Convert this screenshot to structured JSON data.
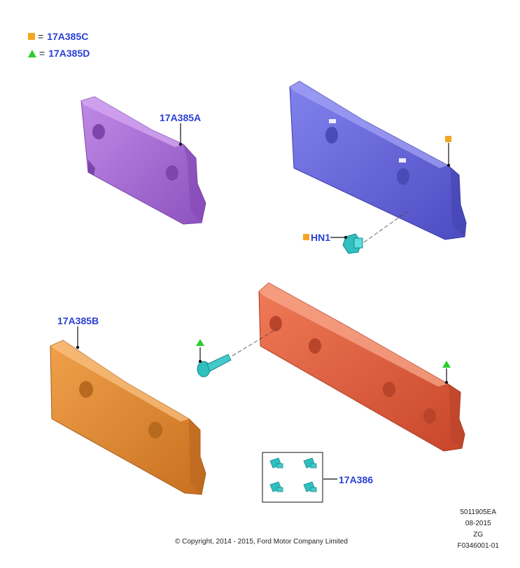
{
  "legend": [
    {
      "marker": "square",
      "color": "#f5a623",
      "code": "17A385C"
    },
    {
      "marker": "triangle",
      "color": "#2ecc2e",
      "code": "17A385D"
    }
  ],
  "legend_equals": "=",
  "parts": {
    "bracket_a": {
      "label": "17A385A",
      "color": "#a66ad2"
    },
    "bracket_c": {
      "color": "#6464d8"
    },
    "nut": {
      "label": "HN1",
      "color": "#2fbfbf"
    },
    "bracket_b": {
      "label": "17A385B",
      "color": "#e08a32"
    },
    "bracket_d": {
      "color": "#e05a3c"
    },
    "screw_kit": {
      "label": "17A386",
      "color": "#2fbfbf"
    }
  },
  "footer": {
    "copyright": "© Copyright, 2014 - 2015, Ford Motor Company Limited",
    "doc_number": "5011905EA",
    "date": "08-2015",
    "code": "ZG",
    "figure": "F0346001-01"
  }
}
